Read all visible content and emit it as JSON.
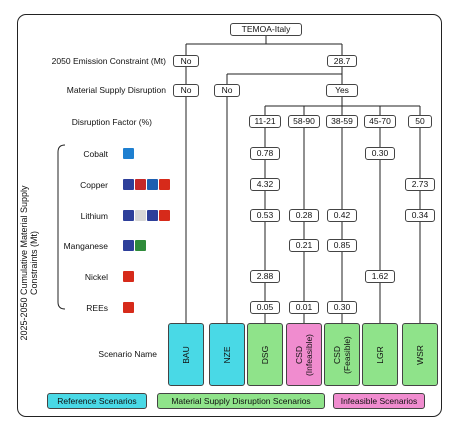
{
  "root": {
    "label": "TEMOA-Italy"
  },
  "rows": {
    "emission": "2050 Emission Constraint (Mt)",
    "disruption": "Material Supply Disruption",
    "factor": "Disruption Factor (%)",
    "scenario": "Scenario Name"
  },
  "axis_label_line1": "2025-2050 Cumulative Material Supply",
  "axis_label_line2": "Constraints (Mt)",
  "emission_nodes": [
    "No",
    "28.7"
  ],
  "disruption_nodes": [
    "No",
    "No",
    "Yes"
  ],
  "factor_nodes": [
    "11-21",
    "58-90",
    "38-59",
    "45-70",
    "50"
  ],
  "materials": [
    {
      "name": "Cobalt",
      "flags": [
        "#1e7fd0"
      ]
    },
    {
      "name": "Copper",
      "flags": [
        "#2d3f9a",
        "#c62828",
        "#1d5fb0",
        "#d62a1a"
      ]
    },
    {
      "name": "Lithium",
      "flags": [
        "#2d3f9a",
        "#d7d7d7",
        "#2d3f9a",
        "#d62a1a"
      ]
    },
    {
      "name": "Manganese",
      "flags": [
        "#2d3f9a",
        "#2e8b3a"
      ]
    },
    {
      "name": "Nickel",
      "flags": [
        "#d62a1a"
      ]
    },
    {
      "name": "REEs",
      "flags": [
        "#d62a1a"
      ]
    }
  ],
  "values": {
    "DSG": [
      "0.78",
      "4.32",
      "0.53",
      "2.88",
      "0.05"
    ],
    "CSD_I": [
      "0.28",
      "0.21",
      "0.01"
    ],
    "CSD_F": [
      "0.42",
      "0.85",
      "0.30"
    ],
    "LGR": [
      "0.30",
      "1.62"
    ],
    "WSR": [
      "2.73",
      "0.34"
    ]
  },
  "scenarios": [
    {
      "name": "BAU",
      "sub": "",
      "color": "#49d9e6"
    },
    {
      "name": "NZE",
      "sub": "",
      "color": "#49d9e6"
    },
    {
      "name": "DSG",
      "sub": "",
      "color": "#8fe38a"
    },
    {
      "name": "CSD",
      "sub": "(Infeasible)",
      "color": "#f08ccf"
    },
    {
      "name": "CSD",
      "sub": "(Feasible)",
      "color": "#8fe38a"
    },
    {
      "name": "LGR",
      "sub": "",
      "color": "#8fe38a"
    },
    {
      "name": "WSR",
      "sub": "",
      "color": "#8fe38a"
    }
  ],
  "legend": [
    {
      "label": "Reference Scenarios",
      "color": "#49d9e6"
    },
    {
      "label": "Material Supply Disruption Scenarios",
      "color": "#8fe38a"
    },
    {
      "label": "Infeasible Scenarios",
      "color": "#f08ccf"
    }
  ]
}
